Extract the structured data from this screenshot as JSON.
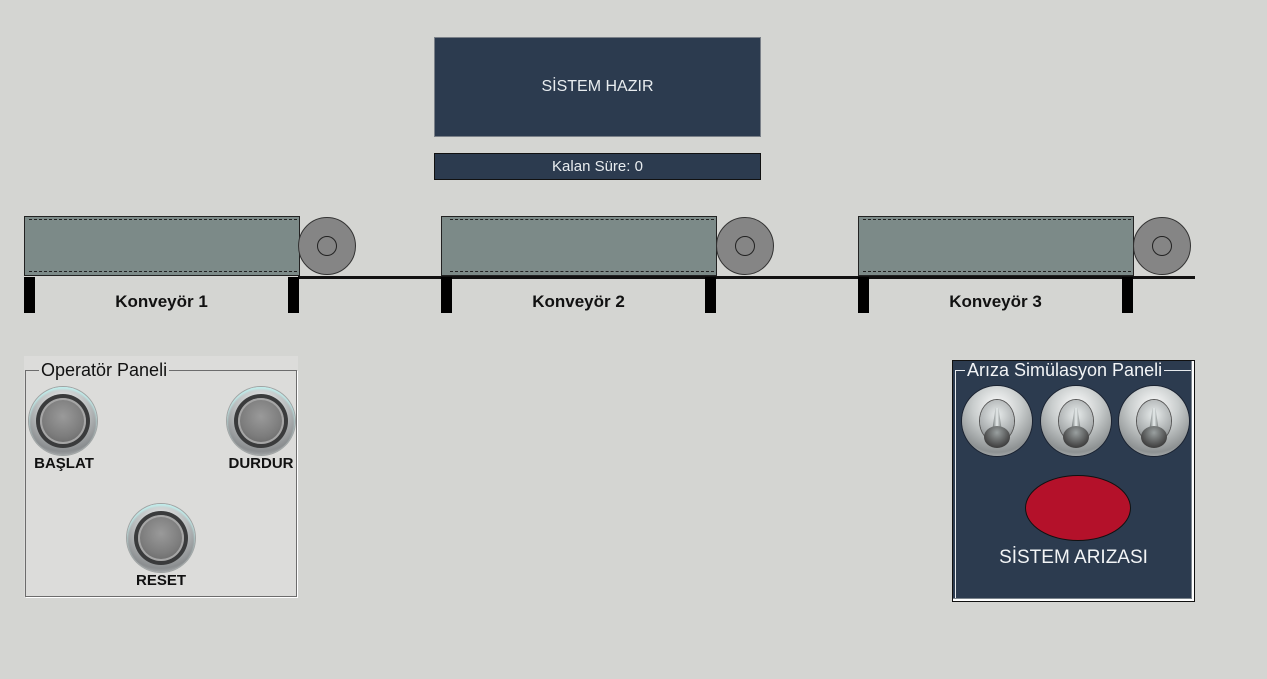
{
  "status": {
    "message": "SİSTEM HAZIR",
    "timer_label": "Kalan Süre: 0",
    "panel_color": "#2c3b4f"
  },
  "conveyors": [
    {
      "label": "Konveyör 1",
      "belt_color": "#7c8a88"
    },
    {
      "label": "Konveyör 2",
      "belt_color": "#7c8a88"
    },
    {
      "label": "Konveyör 3",
      "belt_color": "#7c8a88"
    }
  ],
  "operator_panel": {
    "title": "Operatör Paneli",
    "buttons": [
      {
        "label": "BAŞLAT",
        "icon": "push-button-icon"
      },
      {
        "label": "DURDUR",
        "icon": "push-button-icon"
      },
      {
        "label": "RESET",
        "icon": "push-button-icon"
      }
    ]
  },
  "fault_panel": {
    "title": "Arıza Simülasyon Paneli",
    "toggles": [
      {
        "icon": "toggle-switch-icon"
      },
      {
        "icon": "toggle-switch-icon"
      },
      {
        "icon": "toggle-switch-icon"
      }
    ],
    "lamp_color": "#b4112a",
    "fault_label": "SİSTEM ARIZASI"
  }
}
